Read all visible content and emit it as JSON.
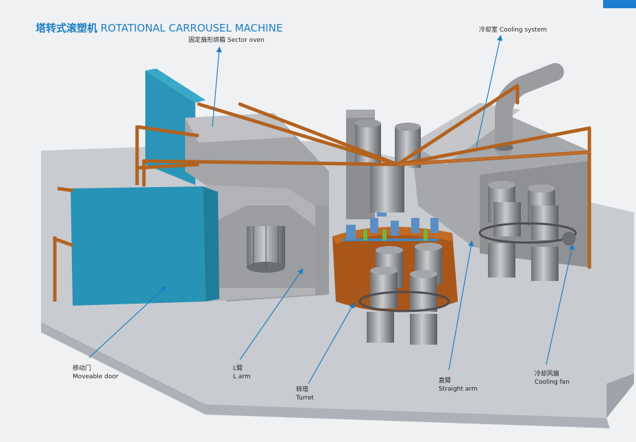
{
  "title": {
    "cn": "塔转式滚塑机",
    "en": "ROTATIONAL CARROUSEL MACHINE"
  },
  "labels": {
    "sector_oven": {
      "cn": "固定扇形烘箱",
      "en": "Sector oven"
    },
    "cooling_system": {
      "cn": "冷却室",
      "en": "Cooling system"
    },
    "moveable_door": {
      "cn": "移动门",
      "en": "Moveable door"
    },
    "l_arm": {
      "cn": "L臂",
      "en": "L arm"
    },
    "turret": {
      "cn": "转塔",
      "en": "Turret"
    },
    "straight_arm": {
      "cn": "直臂",
      "en": "Straight arm"
    },
    "cooling_fan": {
      "cn": "冷却风扇",
      "en": "Cooling fan"
    }
  },
  "colors": {
    "title": "#1b7ec4",
    "arrow": "#1b7ec4",
    "frame": "#b3621f",
    "door": "#2a95b8",
    "oven": "#a8a9ab",
    "floor": "#c4c7cc",
    "accent_bar": "#1e7fd0"
  }
}
